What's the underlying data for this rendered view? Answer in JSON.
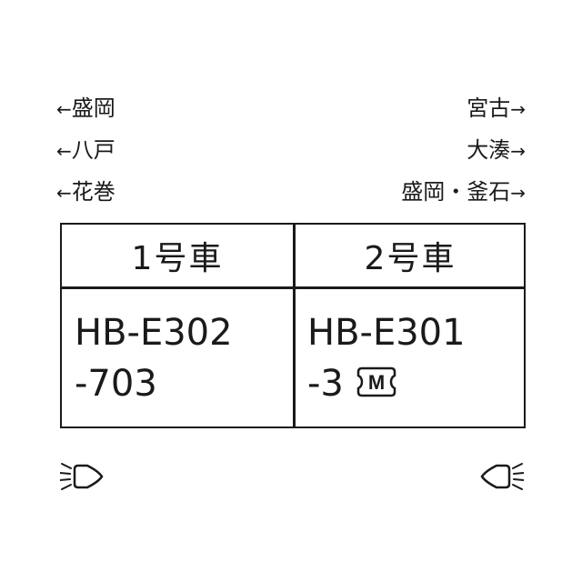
{
  "destinations_left": [
    {
      "arrow": "←",
      "name": "盛岡"
    },
    {
      "arrow": "←",
      "name": "八戸"
    },
    {
      "arrow": "←",
      "name": "花巻"
    }
  ],
  "destinations_right": [
    {
      "arrow": "→",
      "name": "宮古"
    },
    {
      "arrow": "→",
      "name": "大湊"
    },
    {
      "arrow": "→",
      "name": "盛岡・釜石"
    }
  ],
  "cars": [
    {
      "header": "1号車",
      "number_line1": "HB-E302",
      "number_line2": "-703",
      "motor": false
    },
    {
      "header": "2号車",
      "number_line1": "HB-E301",
      "number_line2": "-3",
      "motor": true,
      "motor_label": "M"
    }
  ],
  "icons": {
    "left": "headlight-icon",
    "right": "headlight-icon",
    "motor": "motor-car-icon"
  }
}
